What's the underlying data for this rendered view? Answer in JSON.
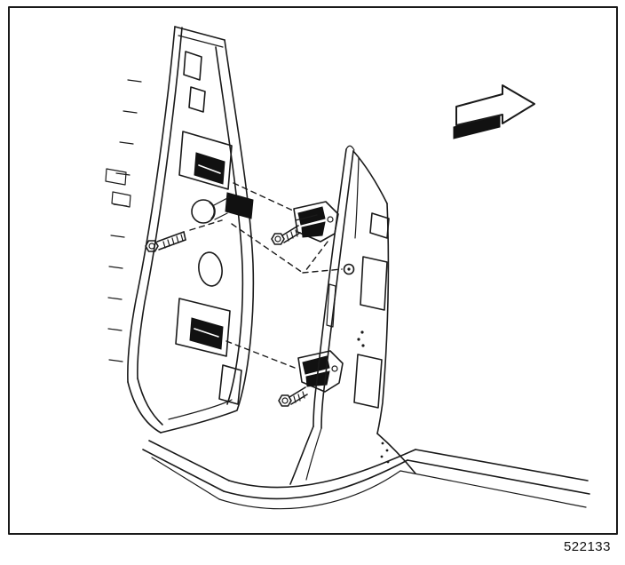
{
  "figure": {
    "number": "522133"
  },
  "diagram": {
    "type": "exploded-view line drawing",
    "subject_parts": [
      "door-assembly",
      "upper-door-hinge",
      "lower-door-hinge",
      "hinge-bolts",
      "body-hinge-pillar",
      "rocker-panel",
      "forward-direction-arrow"
    ]
  },
  "colors": {
    "line": "#1a1a1a",
    "background": "#ffffff",
    "dark_fill": "#111111"
  }
}
